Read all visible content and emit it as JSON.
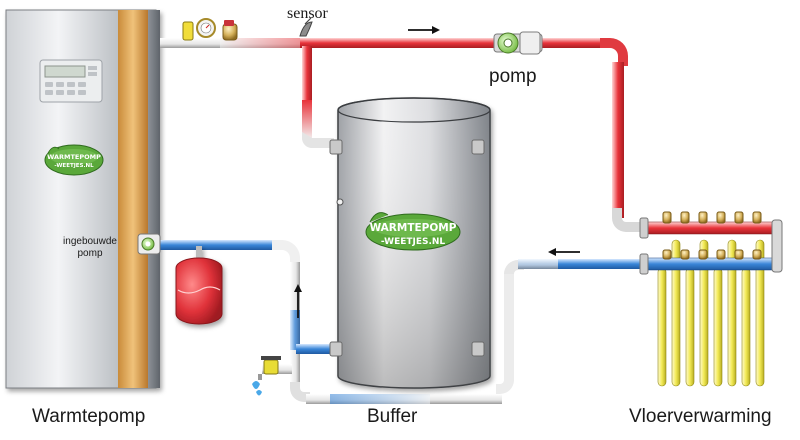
{
  "labels": {
    "heat_pump": "Warmtepomp",
    "buffer": "Buffer",
    "floor_heating": "Vloerverwarming",
    "pump": "pomp",
    "sensor": "sensor",
    "builtin_pump_line1": "ingebouwde",
    "builtin_pump_line2": "pomp"
  },
  "logo": {
    "line1": "WARMTEPOMP",
    "line2": "-WEETJES.NL"
  },
  "colors": {
    "hot_pipe": "#e8333a",
    "cold_pipe": "#3a86d8",
    "pipe_light": "#f4f4f4",
    "expansion_vessel": "#e0323a",
    "manifold_loops": "#f2ea55",
    "panel_accent": "#e0a95a",
    "logo_green": "#5aa83a"
  },
  "icons": {
    "flow_arrow_hot": "arrow-right-icon",
    "flow_arrow_cold": "arrow-left-icon",
    "flow_arrow_up": "arrow-up-icon",
    "pressure_gauge": "gauge-icon",
    "drain_tap": "tap-icon"
  }
}
